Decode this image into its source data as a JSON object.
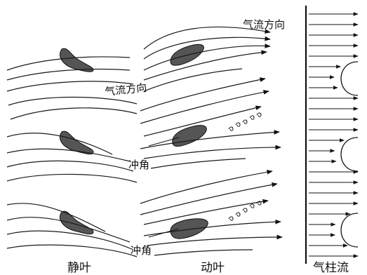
{
  "diagram": {
    "top_label": "气流方向",
    "mid_label": "气流方向",
    "incidence_labels": [
      "冲角",
      "冲角"
    ],
    "bottom_labels": {
      "left": "静叶",
      "middle": "动叶",
      "right": "气柱流"
    }
  }
}
